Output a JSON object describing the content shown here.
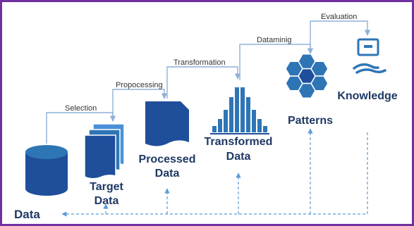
{
  "stages": {
    "data": "Data",
    "target_data_line1": "Target",
    "target_data_line2": "Data",
    "processed_data_line1": "Processed",
    "processed_data_line2": "Data",
    "transformed_data_line1": "Transformed",
    "transformed_data_line2": "Data",
    "patterns": "Patterns",
    "knowledge": "Knowledge"
  },
  "steps": {
    "selection": "Selection",
    "preprocessing": "Propocessing",
    "transformation": "Transformation",
    "datamining": "Dataminig",
    "evaluation": "Evaluation"
  },
  "colors": {
    "frame": "#7030a0",
    "shape_dark": "#1f4e9b",
    "shape_mid": "#2e75b6",
    "shape_light": "#4a90d9",
    "text_dark": "#1f3864",
    "connector": "#8fb0d8"
  }
}
